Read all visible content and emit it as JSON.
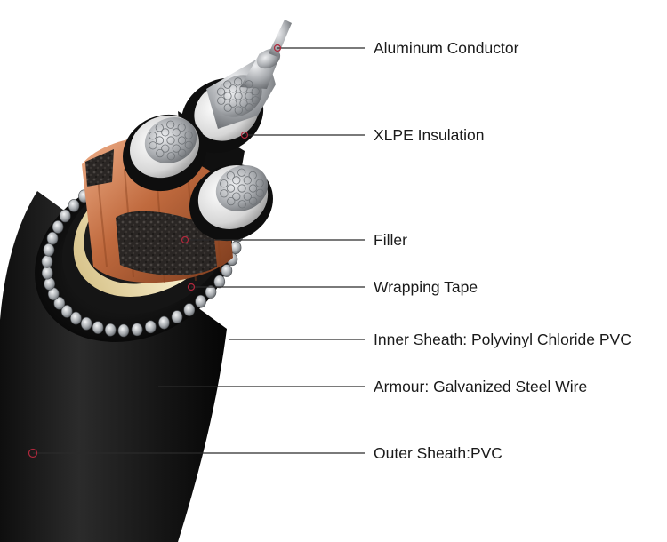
{
  "diagram": {
    "labels": [
      {
        "id": "aluminum-conductor",
        "text": "Aluminum Conductor"
      },
      {
        "id": "xlpe-insulation",
        "text": "XLPE Insulation"
      },
      {
        "id": "filler",
        "text": "Filler"
      },
      {
        "id": "wrapping-tape",
        "text": "Wrapping Tape"
      },
      {
        "id": "inner-sheath",
        "text": "Inner Sheath: Polyvinyl Chloride PVC"
      },
      {
        "id": "armour",
        "text": "Armour: Galvanized Steel Wire"
      },
      {
        "id": "outer-sheath",
        "text": "Outer Sheath:PVC"
      }
    ],
    "colors": {
      "outer_sheath": "#1c1c1c",
      "armour": "#b9bcbf",
      "wrapping_tape": "#e6d7a8",
      "copper_screen": "#c8784a",
      "filler": "#2a2624",
      "insulation": "#e4e4e4",
      "conductor": "#a9acaf",
      "leader_line": "#2b2b2b",
      "marker": "#b0283c"
    }
  }
}
